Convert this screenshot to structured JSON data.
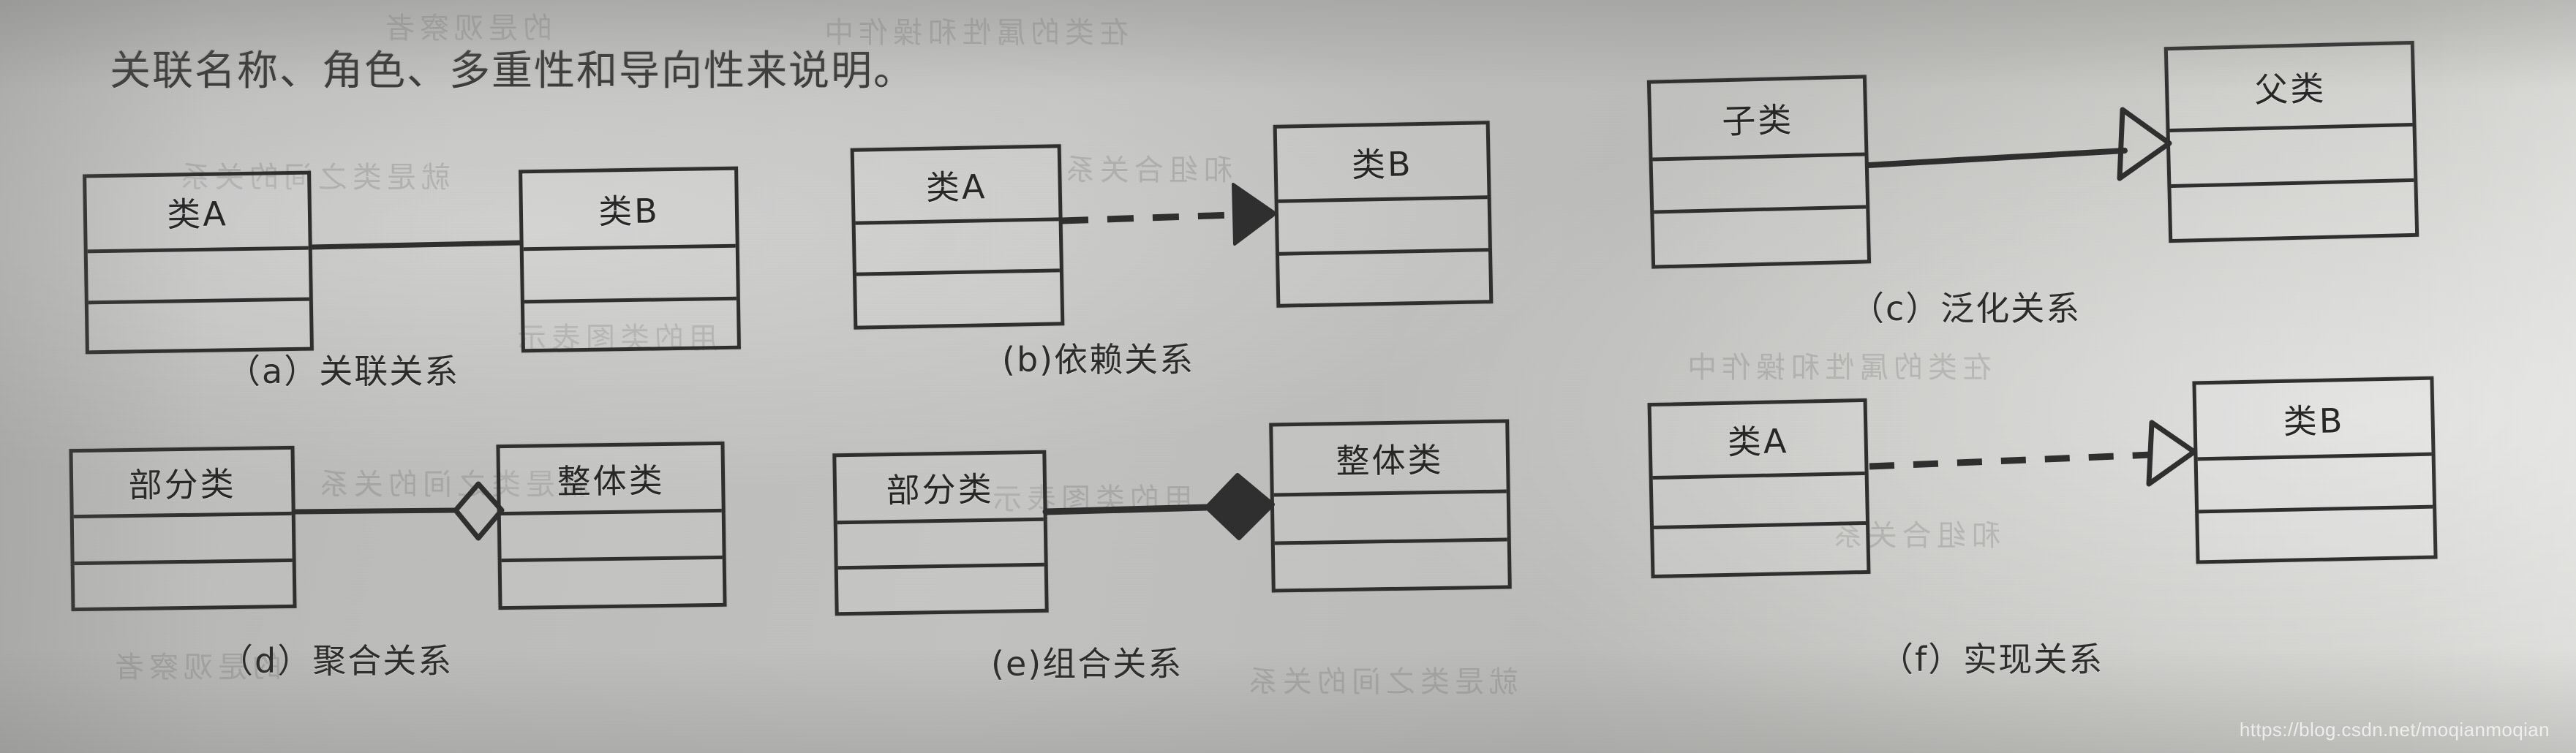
{
  "page": {
    "heading": "关联名称、角色、多重性和导向性来说明。",
    "watermark": "https://blog.csdn.net/moqianmoqian",
    "ink_color": "#2e2e2e",
    "paper_color": "#bdbdbb"
  },
  "ghost_text": [
    {
      "text": "的是观察者"
    },
    {
      "text": "在类的属性和操作中"
    },
    {
      "text": "就是类之间的关系"
    },
    {
      "text": "和组合关系"
    },
    {
      "text": "用的类图表示"
    }
  ],
  "figures": [
    {
      "id": "a",
      "caption": "（a）关联关系",
      "relation": "association",
      "line_style": "solid",
      "source_end": "none",
      "target_end": "none",
      "source": {
        "name": "类A",
        "compartments": 3
      },
      "target": {
        "name": "类B",
        "compartments": 3
      }
    },
    {
      "id": "b",
      "caption": "(b)依赖关系",
      "relation": "dependency",
      "line_style": "dashed",
      "source_end": "none",
      "target_end": "filled-arrow",
      "source": {
        "name": "类A",
        "compartments": 3
      },
      "target": {
        "name": "类B",
        "compartments": 3
      }
    },
    {
      "id": "c",
      "caption": "（c）泛化关系",
      "relation": "generalization",
      "line_style": "solid",
      "source_end": "none",
      "target_end": "hollow-triangle",
      "source": {
        "name": "子类",
        "compartments": 3
      },
      "target": {
        "name": "父类",
        "compartments": 3
      }
    },
    {
      "id": "d",
      "caption": "（d）聚合关系",
      "relation": "aggregation",
      "line_style": "solid",
      "source_end": "none",
      "target_end": "hollow-diamond",
      "source": {
        "name": "部分类",
        "compartments": 3
      },
      "target": {
        "name": "整体类",
        "compartments": 3
      }
    },
    {
      "id": "e",
      "caption": "(e)组合关系",
      "relation": "composition",
      "line_style": "solid",
      "source_end": "none",
      "target_end": "filled-diamond",
      "source": {
        "name": "部分类",
        "compartments": 3
      },
      "target": {
        "name": "整体类",
        "compartments": 3
      }
    },
    {
      "id": "f",
      "caption": "（f）实现关系",
      "relation": "realization",
      "line_style": "dashed",
      "source_end": "none",
      "target_end": "hollow-triangle",
      "source": {
        "name": "类A",
        "compartments": 3
      },
      "target": {
        "name": "类B",
        "compartments": 3
      }
    }
  ]
}
